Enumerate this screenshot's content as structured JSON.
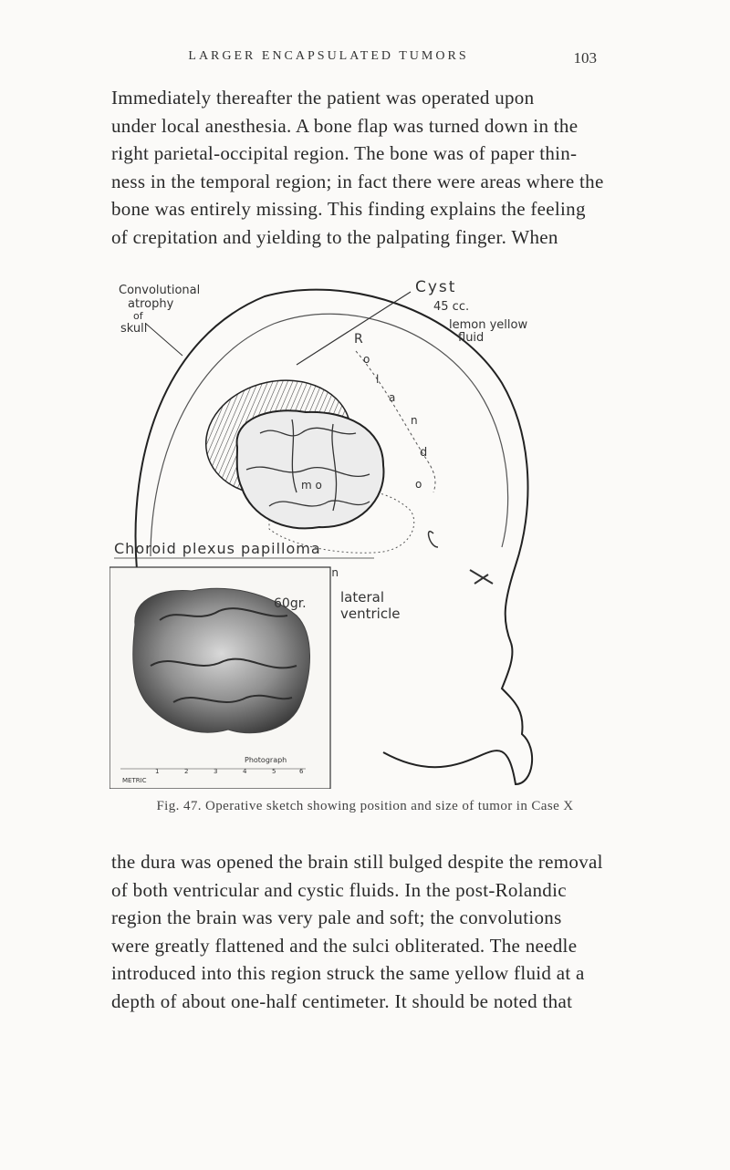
{
  "header": {
    "running_head": "LARGER ENCAPSULATED TUMORS",
    "page_number": "103"
  },
  "paragraph_top": {
    "lines": [
      "Immediately thereafter the patient was operated upon",
      "under local anesthesia. A bone flap was turned down in the",
      "right parietal-occipital region. The bone was of paper thin-",
      "ness in the temporal region; in fact there were areas where the",
      "bone was entirely missing. This finding explains the feeling",
      "of crepitation and yielding to the palpating finger. When"
    ]
  },
  "figure": {
    "labels": {
      "convolutional_1": "Convolutional",
      "convolutional_2": "atrophy",
      "convolutional_3": "of",
      "convolutional_4": "skull",
      "cyst": "Cyst",
      "cyst_volume": "45 cc.",
      "cyst_fluid_1": "lemon yellow",
      "cyst_fluid_2": "fluid",
      "rolandic_letters": [
        "R",
        "o",
        "l",
        "a",
        "n",
        "d",
        "o"
      ],
      "tumor_letters": "m  o",
      "choroid_plexus": "Choroid plexus papilloma",
      "in_text": "in",
      "lateral_ventricle_1": "lateral",
      "lateral_ventricle_2": "ventricle",
      "photo_weight": "60gr.",
      "photo_credit": "Photograph",
      "metric_label": "METRIC",
      "scale_marks": [
        "1",
        "2",
        "3",
        "4",
        "5",
        "6"
      ]
    }
  },
  "caption": "Fig. 47. Operative sketch showing position and size of tumor in Case X",
  "paragraph_bottom": {
    "lines": [
      "the dura was opened the brain still bulged despite the removal",
      "of both ventricular and cystic fluids. In the post-Rolandic",
      "region the brain was very pale and soft; the convolutions",
      "were greatly flattened and the sulci obliterated. The needle",
      "introduced into this region struck the same yellow fluid at a",
      "depth of about one-half centimeter. It should be noted that"
    ]
  }
}
